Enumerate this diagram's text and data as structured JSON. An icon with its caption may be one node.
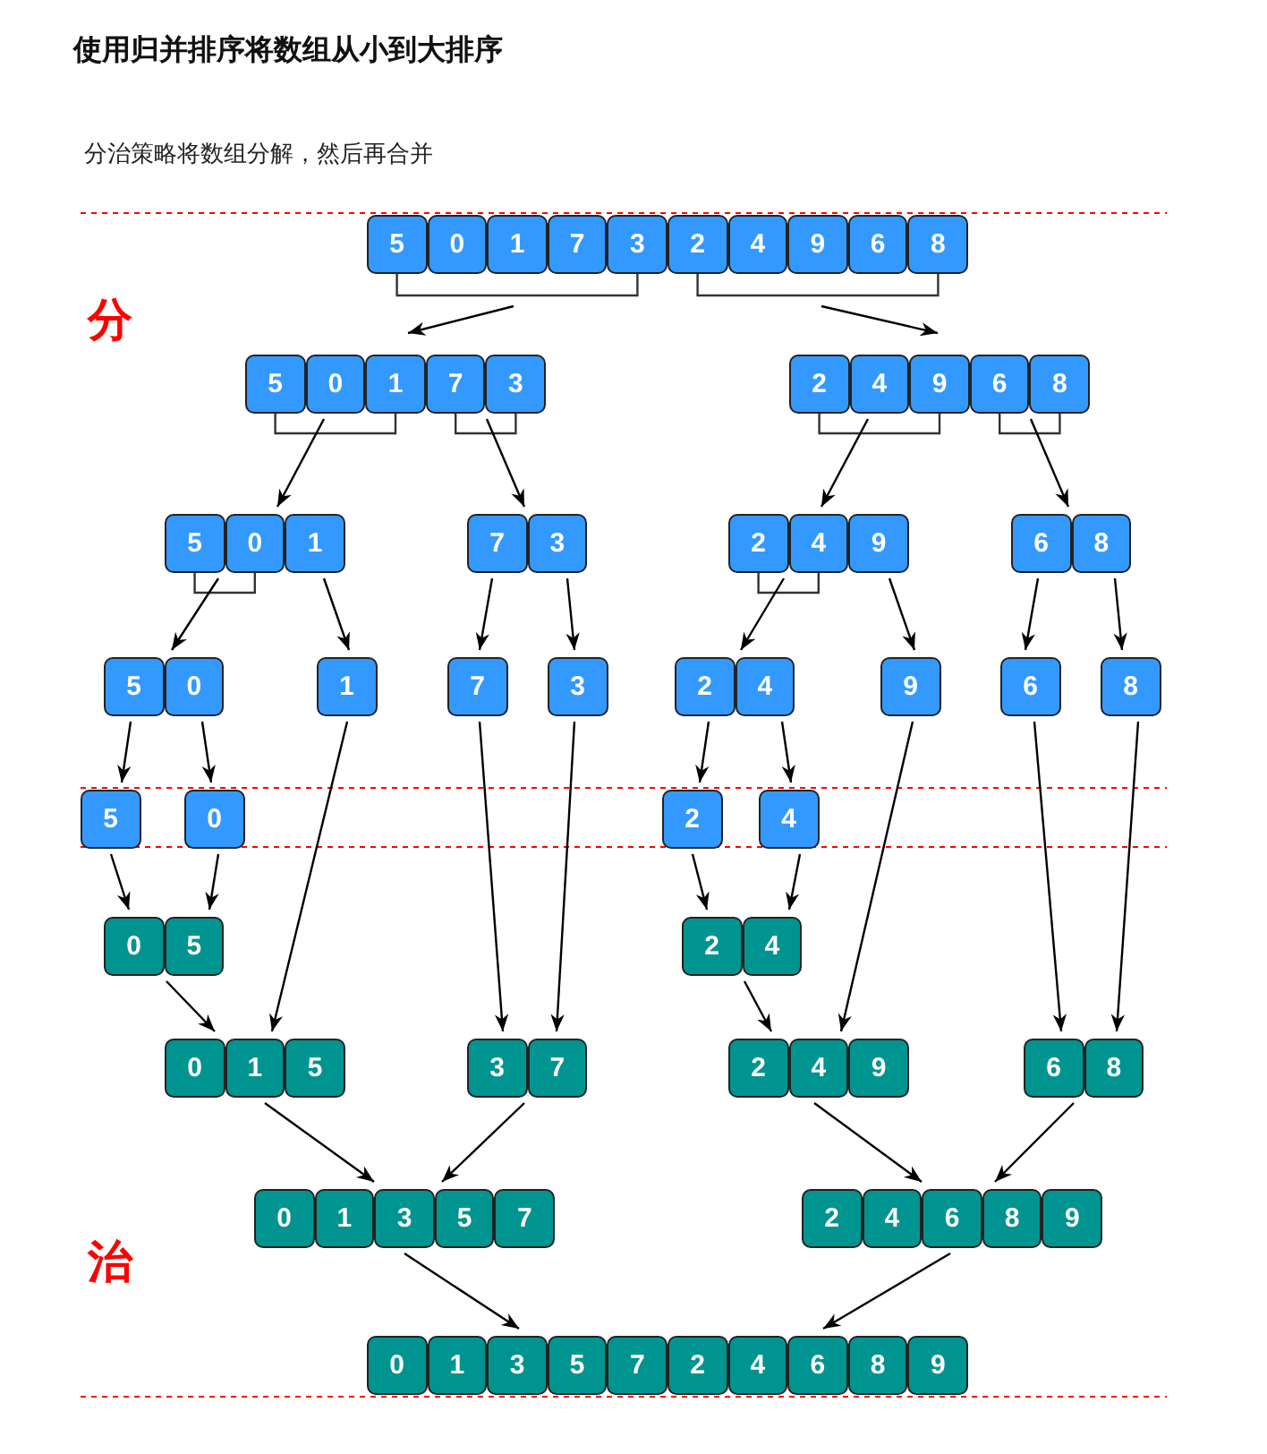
{
  "diagram": {
    "title": "使用归并排序将数组从小到大排序",
    "nodes": [
      {
        "text": [
          "5",
          "0",
          "1",
          "7",
          "3",
          "2",
          "4",
          "9",
          "6",
          "8"
        ]
      },
      {
        "text": [
          "5",
          "0",
          "1",
          "7",
          "3"
        ]
      },
      {
        "text": [
          "2",
          "4",
          "9",
          "6",
          "8"
        ]
      },
      {
        "text": [
          "5",
          "0",
          "1"
        ]
      },
      {
        "text": [
          "7",
          "3"
        ]
      },
      {
        "text": [
          "2",
          "4",
          "9"
        ]
      },
      {
        "text": [
          "6",
          "8"
        ]
      },
      {
        "text": [
          "5",
          "0"
        ]
      },
      {
        "text": [
          "1"
        ]
      },
      {
        "text": [
          "7"
        ]
      },
      {
        "text": [
          "3"
        ]
      },
      {
        "text": [
          "2",
          "4"
        ]
      },
      {
        "text": [
          "9"
        ]
      },
      {
        "text": [
          "6"
        ]
      },
      {
        "text": [
          "8"
        ]
      },
      {
        "text": [
          "5"
        ]
      },
      {
        "text": [
          "0"
        ]
      },
      {
        "text": [
          "2"
        ]
      },
      {
        "text": [
          "4"
        ]
      },
      {
        "text": [
          "0",
          "5"
        ]
      },
      {
        "text": [
          "2",
          "4"
        ]
      },
      {
        "text": [
          "0",
          "1",
          "5"
        ]
      },
      {
        "text": [
          "3",
          "7"
        ]
      },
      {
        "text": [
          "2",
          "4",
          "9"
        ]
      },
      {
        "text": [
          "6",
          "8"
        ]
      },
      {
        "text": [
          "0",
          "1",
          "3",
          "5",
          "7"
        ]
      },
      {
        "text": [
          "2",
          "4",
          "6",
          "8",
          "9"
        ]
      },
      {
        "text": [
          "0",
          "1",
          "3",
          "5",
          "7",
          "2",
          "4",
          "6",
          "8",
          "9"
        ]
      }
    ],
    "edges": [
      {
        "from": 0,
        "to": 1,
        "arrow": "to"
      },
      {
        "from": 0,
        "to": 2,
        "arrow": "to"
      },
      {
        "from": 1,
        "to": 3,
        "arrow": "to"
      },
      {
        "from": 1,
        "to": 4,
        "arrow": "to"
      },
      {
        "from": 2,
        "to": 5,
        "arrow": "to"
      },
      {
        "from": 2,
        "to": 6,
        "arrow": "to"
      },
      {
        "from": 3,
        "to": 7,
        "arrow": "to"
      },
      {
        "from": 3,
        "to": 8,
        "arrow": "to"
      },
      {
        "from": 4,
        "to": 9,
        "arrow": "to"
      },
      {
        "from": 4,
        "to": 10,
        "arrow": "to"
      },
      {
        "from": 5,
        "to": 11,
        "arrow": "to"
      },
      {
        "from": 5,
        "to": 12,
        "arrow": "to"
      },
      {
        "from": 6,
        "to": 13,
        "arrow": "to"
      },
      {
        "from": 6,
        "to": 14,
        "arrow": "to"
      },
      {
        "from": 7,
        "to": 15,
        "arrow": "to"
      },
      {
        "from": 7,
        "to": 16,
        "arrow": "to"
      },
      {
        "from": 11,
        "to": 17,
        "arrow": "to"
      },
      {
        "from": 11,
        "to": 18,
        "arrow": "to"
      },
      {
        "from": 15,
        "to": 19,
        "arrow": "to"
      },
      {
        "from": 16,
        "to": 19,
        "arrow": "to"
      },
      {
        "from": 17,
        "to": 20,
        "arrow": "to"
      },
      {
        "from": 18,
        "to": 20,
        "arrow": "to"
      },
      {
        "from": 19,
        "to": 21,
        "arrow": "to"
      },
      {
        "from": 8,
        "to": 21,
        "arrow": "to"
      },
      {
        "from": 9,
        "to": 22,
        "arrow": "to"
      },
      {
        "from": 10,
        "to": 22,
        "arrow": "to"
      },
      {
        "from": 20,
        "to": 23,
        "arrow": "to"
      },
      {
        "from": 12,
        "to": 23,
        "arrow": "to"
      },
      {
        "from": 13,
        "to": 24,
        "arrow": "to"
      },
      {
        "from": 14,
        "to": 24,
        "arrow": "to"
      },
      {
        "from": 21,
        "to": 25,
        "arrow": "to"
      },
      {
        "from": 22,
        "to": 25,
        "arrow": "to"
      },
      {
        "from": 23,
        "to": 26,
        "arrow": "to"
      },
      {
        "from": 24,
        "to": 26,
        "arrow": "to"
      },
      {
        "from": 25,
        "to": 27,
        "arrow": "to"
      },
      {
        "from": 26,
        "to": 27,
        "arrow": "to"
      }
    ],
    "labels": [
      "分治策略将数组分解，然后再合并",
      "分",
      "治"
    ]
  }
}
